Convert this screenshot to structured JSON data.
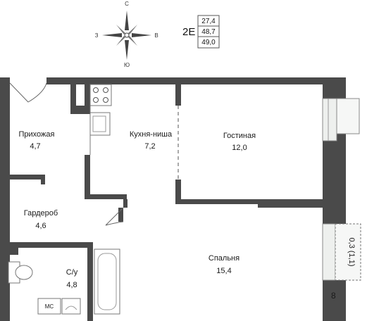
{
  "compass": {
    "north": "С",
    "south": "Ю",
    "west": "З",
    "east": "В"
  },
  "unit_badge": {
    "code": "2Е",
    "values": [
      "27,4",
      "48,7",
      "49,0"
    ]
  },
  "rooms": [
    {
      "name": "Прихожая",
      "area": "4,7"
    },
    {
      "name": "Кухня-ниша",
      "area": "7,2"
    },
    {
      "name": "Гостиная",
      "area": "12,0"
    },
    {
      "name": "Гардероб",
      "area": "4,6"
    },
    {
      "name": "С/у",
      "area": "4,8"
    },
    {
      "name": "Спальня",
      "area": "15,4"
    }
  ],
  "balcony": {
    "label": "0,3 (1,1)"
  },
  "fixtures": {
    "washer": "МС"
  },
  "corner_mark": "8",
  "colors": {
    "wall": "#4a4a4a",
    "balcony": "#eef0ee",
    "badge_border": "#555555"
  }
}
